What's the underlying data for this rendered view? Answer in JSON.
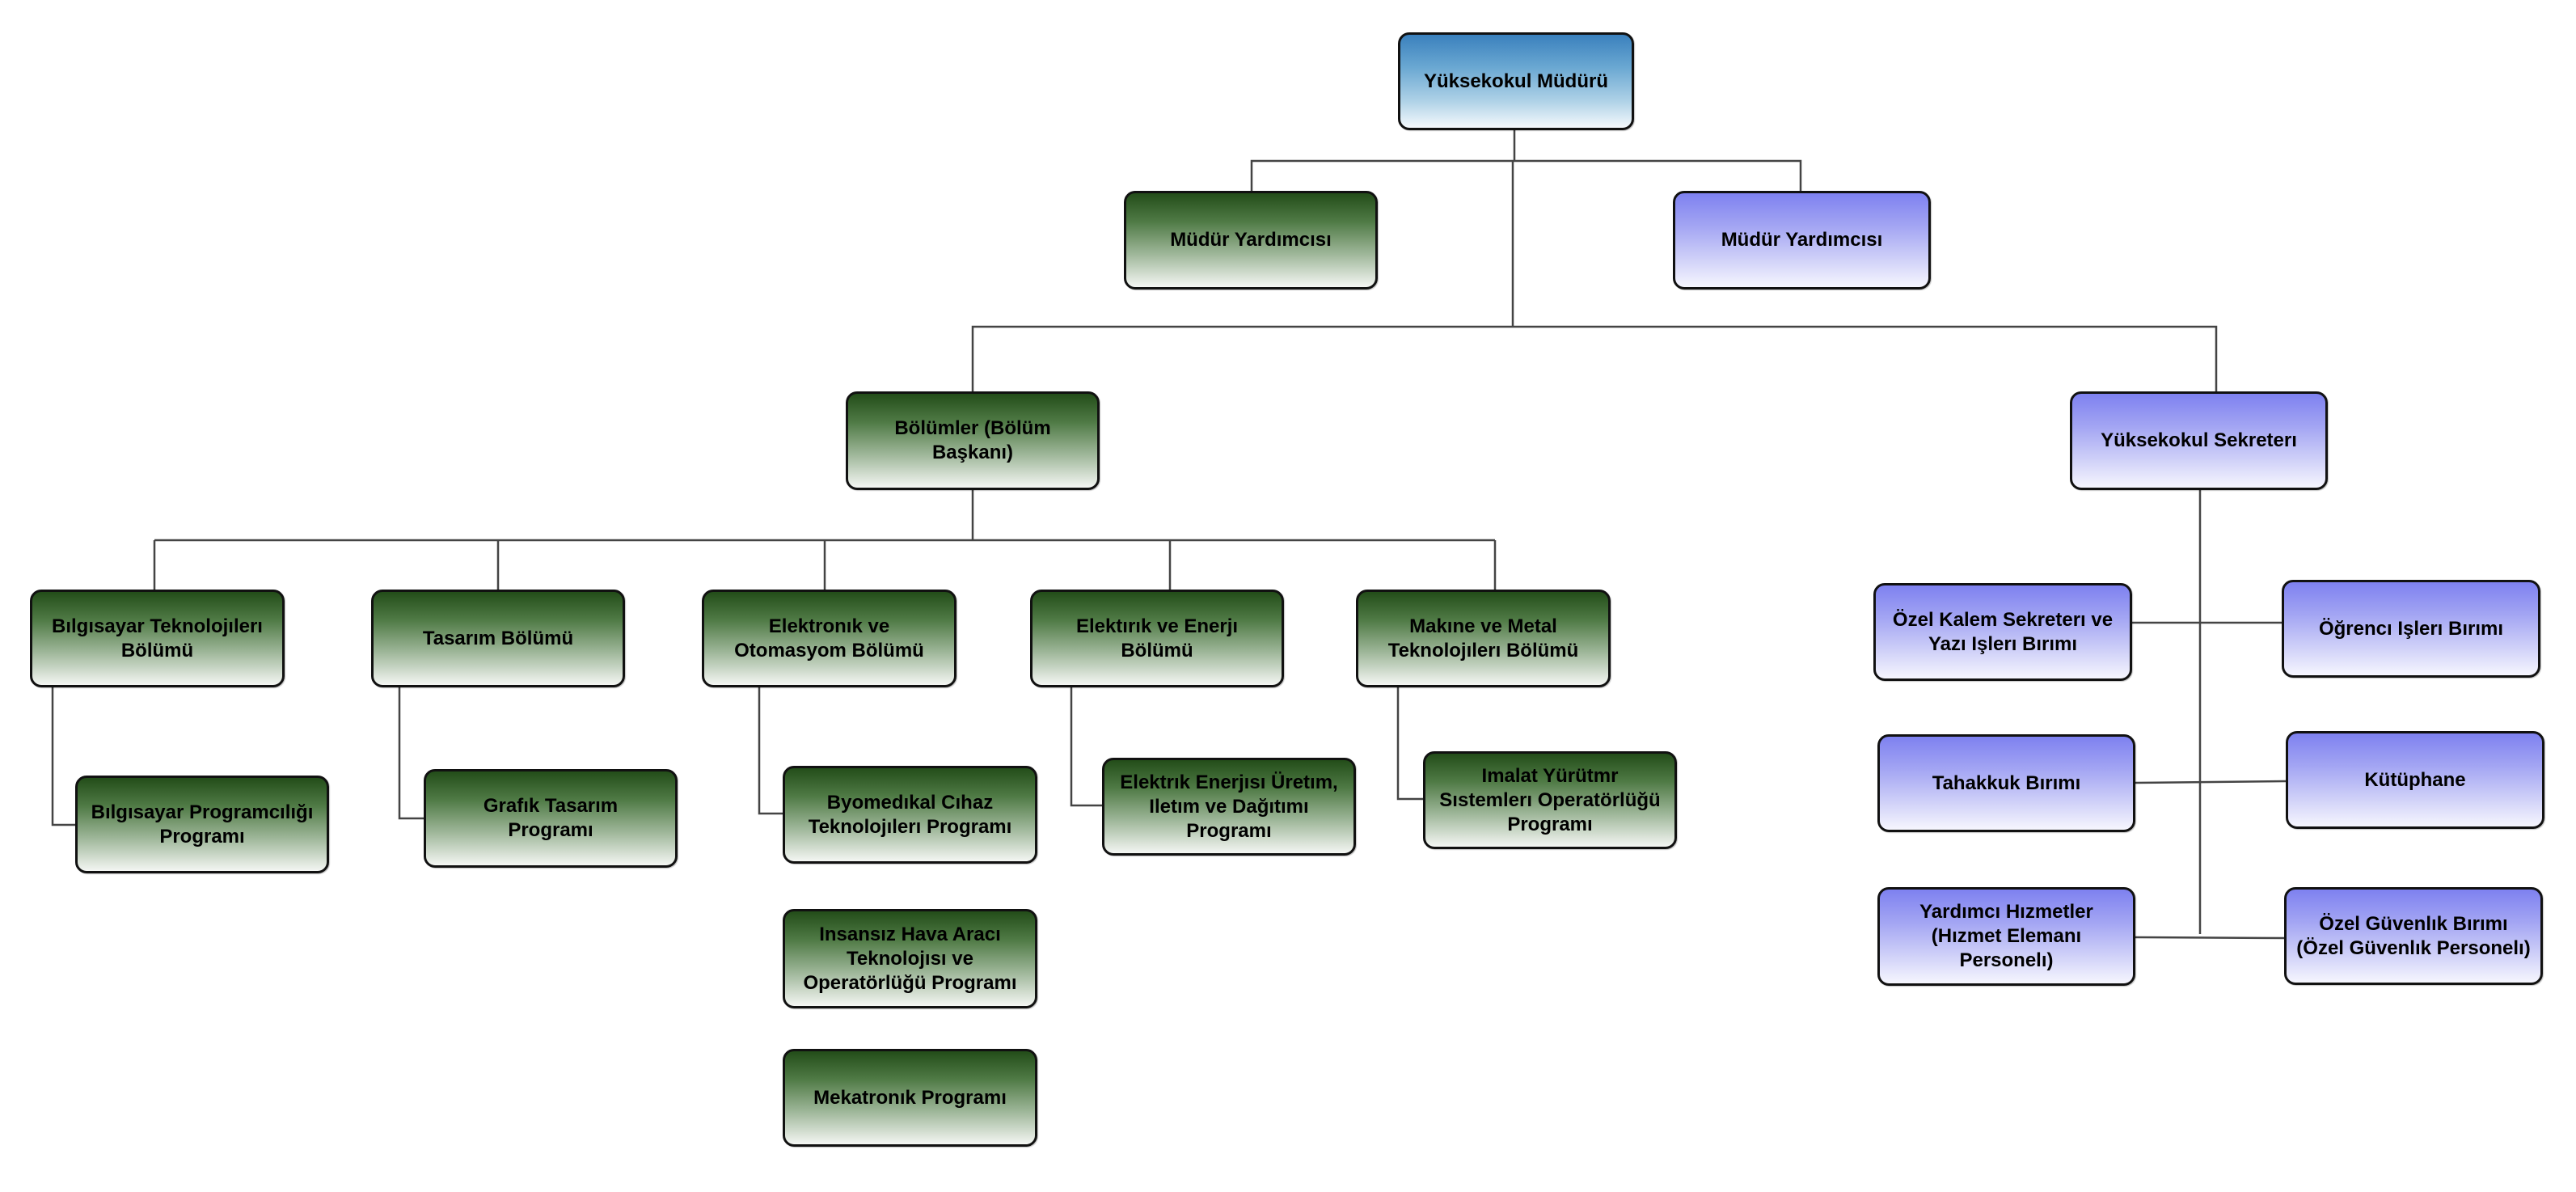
{
  "chart": {
    "title": "Yüksekokul Teşkilat Şeması",
    "colors": {
      "root": "#3a80bd",
      "academic": "#234d19",
      "administrative": "#7e81f0",
      "line": "#444444"
    },
    "root": {
      "label": "Yüksekokul Müdürü"
    },
    "deputies": [
      {
        "label": "Müdür Yardımcısı",
        "branch": "academic"
      },
      {
        "label": "Müdür Yardımcısı",
        "branch": "administrative"
      }
    ],
    "departments_head": {
      "label": "Bölümler (Bölüm\nBaşkanı)"
    },
    "secretary": {
      "label": "Yüksekokul Sekreterı"
    },
    "departments": [
      {
        "label": "Bılgısayar Teknolojılerı\nBölümü",
        "programs": [
          "Bılgısayar Programcılığı\nProgramı"
        ]
      },
      {
        "label": "Tasarım Bölümü",
        "programs": [
          "Grafık Tasarım\nProgramı"
        ]
      },
      {
        "label": "Elektronık ve\nOtomasyom Bölümü",
        "programs": [
          "Byomedıkal Cıhaz\nTeknolojılerı Programı",
          "Insansız Hava Aracı\nTeknolojısı ve\nOperatörlüğü Programı",
          "Mekatronık Programı"
        ]
      },
      {
        "label": "Elektırık ve Enerjı\nBölümü",
        "programs": [
          "Elektrık Enerjısı Üretım,\nIletım ve Dağıtımı\nProgramı"
        ]
      },
      {
        "label": "Makıne ve Metal\nTeknolojılerı Bölümü",
        "programs": [
          "Imalat Yürütmr\nSıstemlerı Operatörlüğü\nProgramı"
        ]
      }
    ],
    "secretary_units": [
      {
        "label": "Özel Kalem Sekreterı ve\nYazı Işlerı Bırımı"
      },
      {
        "label": "Öğrencı Işlerı Bırımı"
      },
      {
        "label": "Tahakkuk Bırımı"
      },
      {
        "label": "Kütüphane"
      },
      {
        "label": "Yardımcı Hızmetler\n(Hızmet Elemanı\nPersonelı)"
      },
      {
        "label": "Özel Güvenlık Bırımı\n(Özel Güvenlık Personelı)"
      }
    ]
  }
}
